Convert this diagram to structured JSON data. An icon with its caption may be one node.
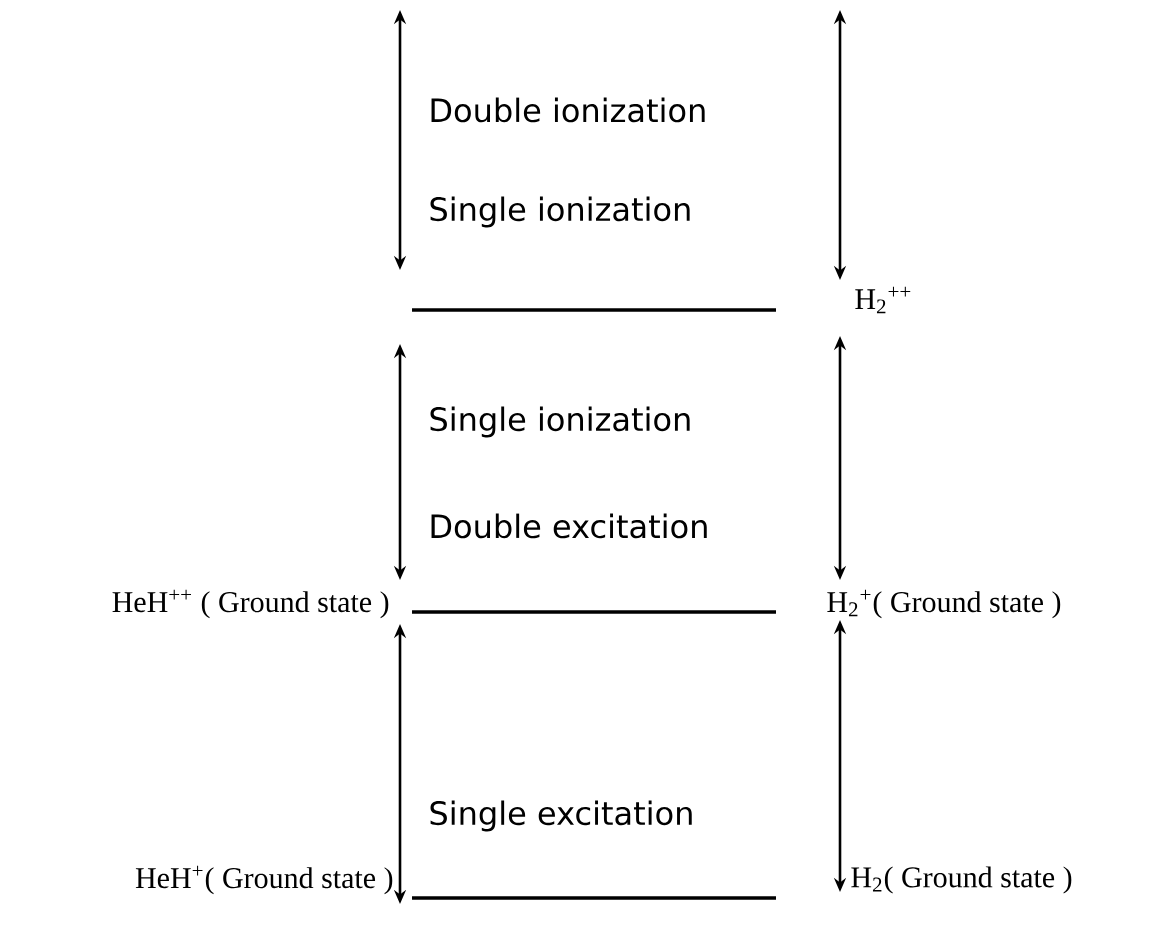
{
  "diagram": {
    "labels": [
      "Double ionization",
      "Single ionization",
      "H$_{2}$$^{++}$",
      "Single ionization",
      "Double excitation",
      "HeH$^{++}$ ( Ground state )",
      "H$_{2}$$^{+}$( Ground state )",
      "Single excitation",
      "HeH$^{+}$( Ground state )",
      "H$_{2}$( Ground state )"
    ]
  }
}
